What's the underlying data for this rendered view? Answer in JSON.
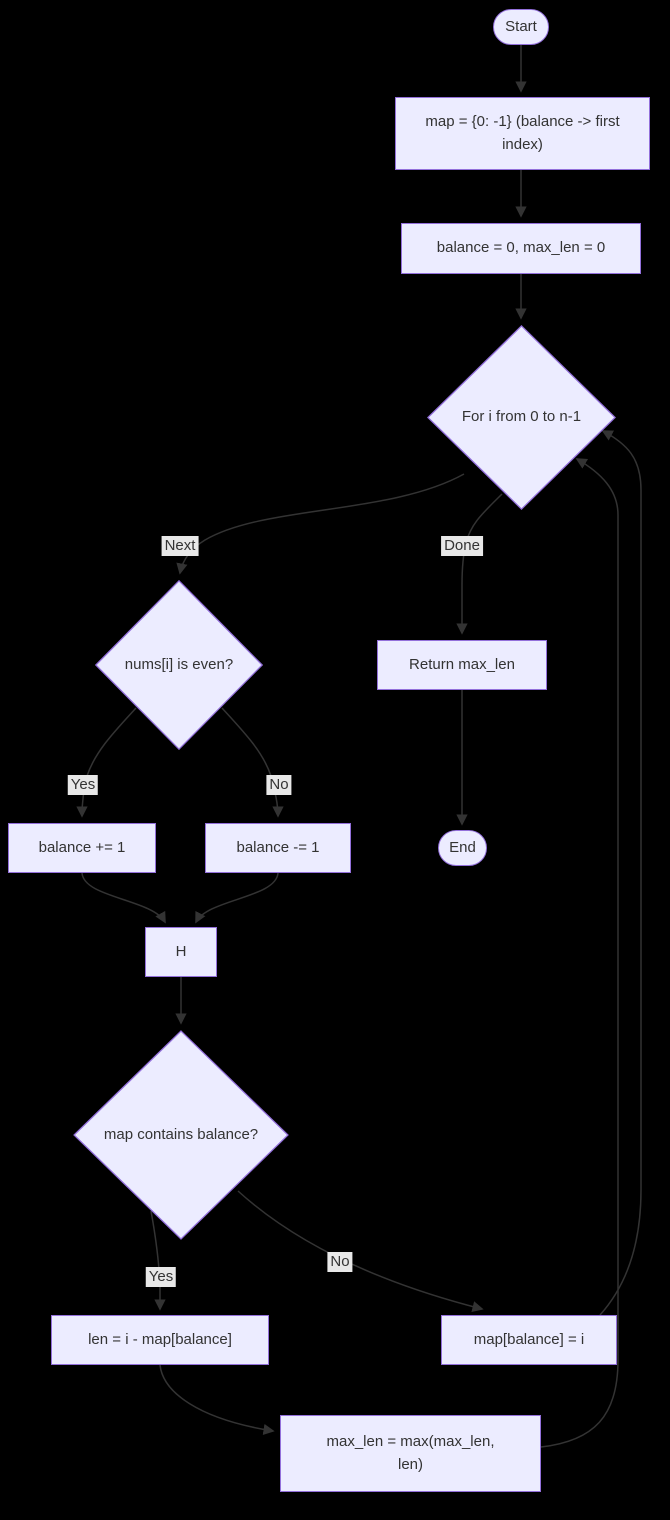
{
  "diagram": {
    "type": "flowchart",
    "nodes": {
      "start": {
        "label": "Start"
      },
      "init_map": {
        "label": "map = {0: -1} (balance -> first index)"
      },
      "init_balance": {
        "label": "balance = 0, max_len = 0"
      },
      "for_loop": {
        "label": "For i from 0 to n-1"
      },
      "even_check": {
        "label": "nums[i] is even?"
      },
      "return_max": {
        "label": "Return max_len"
      },
      "end": {
        "label": "End"
      },
      "balance_inc": {
        "label": "balance += 1"
      },
      "balance_dec": {
        "label": "balance -= 1"
      },
      "h_join": {
        "label": "H"
      },
      "map_contains": {
        "label": "map contains balance?"
      },
      "len_calc": {
        "label": "len = i - map[balance]"
      },
      "map_set": {
        "label": "map[balance] = i"
      },
      "max_len_update": {
        "label": "max_len = max(max_len, len)"
      }
    },
    "edge_labels": {
      "next": "Next",
      "done": "Done",
      "yes_even": "Yes",
      "no_even": "No",
      "yes_contains": "Yes",
      "no_contains": "No"
    },
    "colors": {
      "background": "#000000",
      "node_fill": "#ECECFF",
      "node_border": "#9370DB",
      "node_text": "#333333",
      "edge": "#333333",
      "edge_label_bg": "#e8e8e8",
      "edge_label_text": "#333333"
    }
  }
}
